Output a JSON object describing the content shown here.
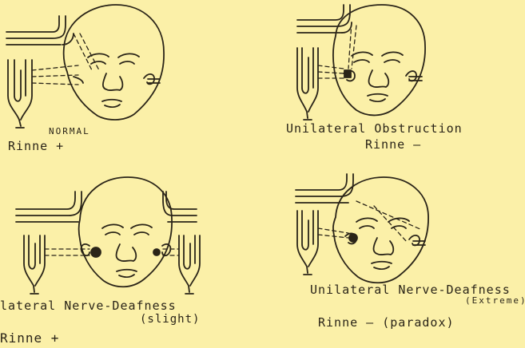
{
  "colors": {
    "background": "#fbf0a8",
    "ink": "#2a2418"
  },
  "panels": [
    {
      "name": "normal",
      "caption": "NORMAL",
      "rinne": "Rinne +"
    },
    {
      "name": "unilateral-obstruction",
      "caption": "Unilateral   Obstruction",
      "rinne": "Rinne —"
    },
    {
      "name": "bilateral-nerve-deafness",
      "caption": "lateral  Nerve-Deafness",
      "degree": "(slight)",
      "rinne": "Rinne  +"
    },
    {
      "name": "unilateral-nerve-deafness",
      "caption": "Unilateral  Nerve-Deafness",
      "degree": "(Extreme)",
      "rinne": "Rinne — (paradox)"
    }
  ]
}
